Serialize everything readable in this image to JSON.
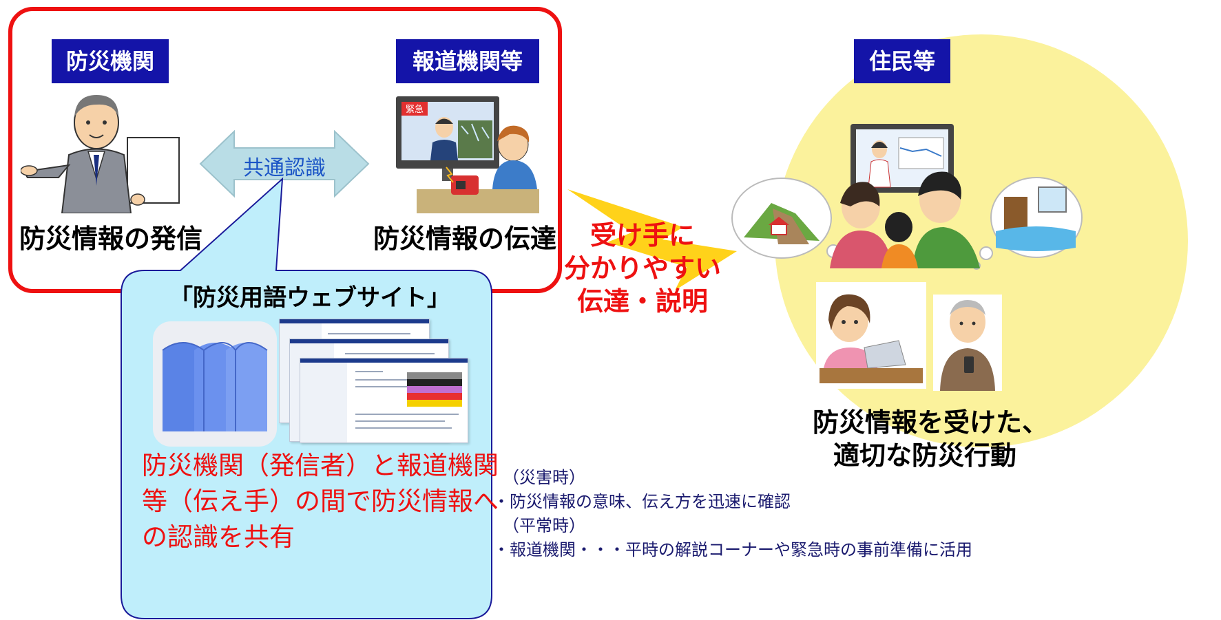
{
  "labels": {
    "disaster_agency": "防災機関",
    "media": "報道機関等",
    "residents": "住民等"
  },
  "captions": {
    "issue": "防災情報の発信",
    "transmit": "防災情報の伝達",
    "action_line1": "防災情報を受けた、",
    "action_line2": "適切な防災行動"
  },
  "arrow": {
    "common_understanding": "共通認識"
  },
  "lightning": {
    "line1": "受け手に",
    "line2": "分かりやすい",
    "line3": "伝達・説明"
  },
  "tv": {
    "badge": "緊急"
  },
  "bubble": {
    "title": "「防災用語ウェブサイト」",
    "line1": "防災機関（発信者）と報道機関",
    "line2": "等（伝え手）の間で防災情報へ",
    "line3": "の認識を共有"
  },
  "notes": {
    "line1": "（災害時）",
    "line2": "・防災情報の意味、伝え方を迅速に確認",
    "line3": "（平常時）",
    "line4": "・報道機関・・・平時の解説コーナーや緊急時の事前準備に活用"
  },
  "colors": {
    "frame_red": "#ee1111",
    "label_blue": "#1414a8",
    "arrow_fill": "#b9dde6",
    "bubble_fill": "#bfeefb",
    "yellow": "#fbf29c",
    "bolt": "#ffd21a"
  }
}
